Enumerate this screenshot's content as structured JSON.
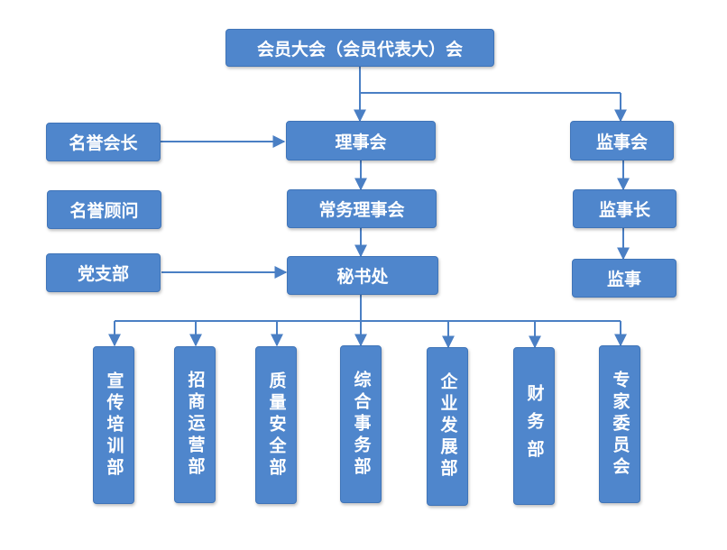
{
  "nodes": {
    "assembly": "会员大会（会员代表大）会",
    "honorary_president": "名誉会长",
    "honorary_advisor": "名誉顾问",
    "party_branch": "党支部",
    "council": "理事会",
    "standing_council": "常务理事会",
    "secretariat": "秘书处",
    "supervisory_board": "监事会",
    "chief_supervisor": "监事长",
    "supervisor": "监事"
  },
  "departments": [
    "宣传培训部",
    "招商运营部",
    "质量安全部",
    "综合事务部",
    "企业发展部",
    "财务部",
    "专家委员会"
  ],
  "colors": {
    "box_fill": "#4f86cc",
    "box_border": "#3f74b8",
    "text": "#ffffff",
    "connector": "#4a7fc4"
  }
}
